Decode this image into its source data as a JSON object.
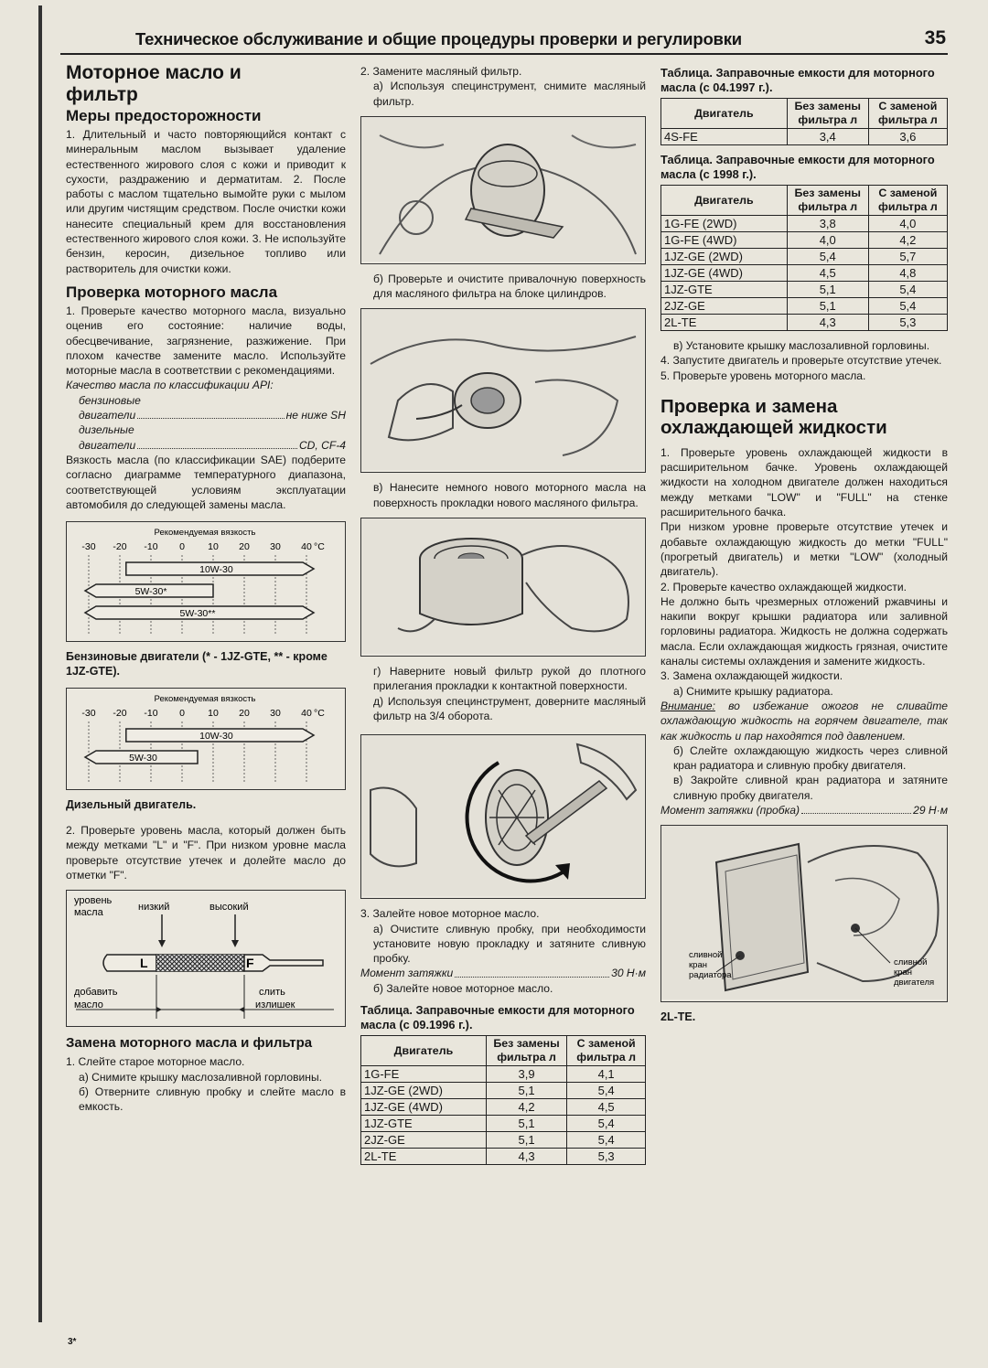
{
  "header": {
    "title": "Техническое обслуживание и общие процедуры проверки и регулировки",
    "page_number": "35"
  },
  "col1": {
    "h1a": "Моторное масло и",
    "h1b": "фильтр",
    "precautions_title": "Меры предосторожности",
    "precautions_text": "1. Длительный и часто повторяющийся контакт с минеральным маслом вызывает удаление естественного жирового слоя с кожи и приводит к сухости, раздражению и дерматитам. 2. После работы с маслом тщательно вымойте руки с мылом или другим чистящим средством. После очистки кожи нанесите специальный крем для восстановления естественного жирового слоя кожи. 3. Не используйте бензин, керосин, дизельное топливо или растворитель для очистки кожи.",
    "check_title": "Проверка моторного масла",
    "check_text": "1. Проверьте качество моторного масла, визуально оценив его состояние: наличие воды, обесцвечивание, загрязнение, разжижение. При плохом качестве замените масло. Используйте моторные масла в соответствии с рекомендациями.",
    "api_title": "Качество масла по классификации API:",
    "api_petrol_1": "бензиновые",
    "api_petrol_2": "двигатели",
    "api_petrol_val": "не ниже SH",
    "api_diesel_1": "дизельные",
    "api_diesel_2": "двигатели",
    "api_diesel_val": "CD, CF-4",
    "viscosity_text": "Вязкость масла (по классификации SAE) подберите согласно диаграмме температурного диапазона, соответствующей условиям эксплуатации автомобиля до следующей замены масла.",
    "chart1_caption": "Бензиновые двигатели (* - 1JZ-GTE, ** - кроме 1JZ-GTE).",
    "chart2_caption": "Дизельный двигатель.",
    "level_text": "2. Проверьте уровень масла, который должен быть между метками \"L\" и \"F\". При низком уровне масла проверьте отсутствие утечек и долейте масло до отметки \"F\".",
    "dipstick": {
      "level_label_1": "уровень",
      "level_label_2": "масла",
      "low": "низкий",
      "high": "высокий",
      "mark_l": "L",
      "mark_f": "F",
      "add_1": "добавить",
      "add_2": "масло",
      "drain_1": "слить",
      "drain_2": "излишек"
    },
    "replace_title": "Замена моторного масла и фильтра",
    "replace_step1": "1. Слейте старое моторное масло.",
    "replace_step1a": "а) Снимите крышку маслозаливной горловины.",
    "replace_step1b": "б) Отверните сливную пробку и слейте масло в емкость.",
    "footer_mark": "3*"
  },
  "chart_data": [
    {
      "type": "bar",
      "title": "Рекомендуемая вязкость",
      "axis_ticks": [
        "-30",
        "-20",
        "-10",
        "0",
        "10",
        "20",
        "30",
        "40"
      ],
      "unit": "°C",
      "xlim": [
        -30,
        40
      ],
      "series": [
        {
          "name": "10W-30",
          "range": [
            -18,
            40
          ],
          "open_left": false,
          "open_right": true
        },
        {
          "name": "5W-30*",
          "range": [
            -30,
            10
          ],
          "open_left": true,
          "open_right": false
        },
        {
          "name": "5W-30**",
          "range": [
            -30,
            40
          ],
          "open_left": true,
          "open_right": true
        }
      ]
    },
    {
      "type": "bar",
      "title": "Рекомендуемая вязкость",
      "axis_ticks": [
        "-30",
        "-20",
        "-10",
        "0",
        "10",
        "20",
        "30",
        "40"
      ],
      "unit": "°C",
      "xlim": [
        -30,
        40
      ],
      "series": [
        {
          "name": "10W-30",
          "range": [
            -18,
            40
          ],
          "open_left": false,
          "open_right": true
        },
        {
          "name": "5W-30",
          "range": [
            -30,
            5
          ],
          "open_left": true,
          "open_right": false
        }
      ]
    }
  ],
  "col2": {
    "step2": "2. Замените масляный фильтр.",
    "step2a": "а) Используя специнструмент, снимите масляный фильтр.",
    "step2b": "б) Проверьте и очистите привалочную поверхность для масляного фильтра на блоке цилиндров.",
    "step2v": "в) Нанесите немного нового моторного масла на поверхность прокладки нового масляного фильтра.",
    "step2g": "г) Наверните новый фильтр рукой до плотного прилегания прокладки к контактной поверхности.",
    "step2d": "д) Используя специнструмент, доверните масляный фильтр на 3/4 оборота.",
    "step3": "3. Залейте новое моторное масло.",
    "step3a": "а) Очистите сливную пробку, при необходимости установите новую прокладку и затяните сливную пробку.",
    "torque_label": "Момент затяжки",
    "torque_val": "30 Н·м",
    "step3b": "б) Залейте новое моторное масло.",
    "table_title": "Таблица. Заправочные емкости для моторного масла (с 09.1996 г.).",
    "table": {
      "h_engine": "Двигатель",
      "h_without": "Без замены фильтра л",
      "h_with": "С заменой фильтра л",
      "rows": [
        [
          "1G-FE",
          "3,9",
          "4,1"
        ],
        [
          "1JZ-GE (2WD)",
          "5,1",
          "5,4"
        ],
        [
          "1JZ-GE (4WD)",
          "4,2",
          "4,5"
        ],
        [
          "1JZ-GTE",
          "5,1",
          "5,4"
        ],
        [
          "2JZ-GE",
          "5,1",
          "5,4"
        ],
        [
          "2L-TE",
          "4,3",
          "5,3"
        ]
      ]
    }
  },
  "col3": {
    "table1_title": "Таблица. Заправочные емкости для моторного масла (с 04.1997 г.).",
    "table1": {
      "h_engine": "Двигатель",
      "h_without": "Без замены фильтра л",
      "h_with": "С заменой фильтра л",
      "rows": [
        [
          "4S-FE",
          "3,4",
          "3,6"
        ]
      ]
    },
    "table2_title": "Таблица. Заправочные емкости для моторного масла (с 1998 г.).",
    "table2": {
      "h_engine": "Двигатель",
      "h_without": "Без замены фильтра л",
      "h_with": "С заменой фильтра л",
      "rows": [
        [
          "1G-FE (2WD)",
          "3,8",
          "4,0"
        ],
        [
          "1G-FE (4WD)",
          "4,0",
          "4,2"
        ],
        [
          "1JZ-GE (2WD)",
          "5,4",
          "5,7"
        ],
        [
          "1JZ-GE (4WD)",
          "4,5",
          "4,8"
        ],
        [
          "1JZ-GTE",
          "5,1",
          "5,4"
        ],
        [
          "2JZ-GE",
          "5,1",
          "5,4"
        ],
        [
          "2L-TE",
          "4,3",
          "5,3"
        ]
      ]
    },
    "step_v": "в) Установите крышку маслозаливной горловины.",
    "step4": "4. Запустите двигатель и проверьте отсутствие утечек.",
    "step5": "5. Проверьте уровень моторного масла.",
    "coolant_title_1": "Проверка и замена",
    "coolant_title_2": "охлаждающей жидкости",
    "c1": "1. Проверьте уровень охлаждающей жидкости в расширительном бачке. Уровень охлаждающей жидкости на холодном двигателе должен находиться между метками \"LOW\" и \"FULL\" на стенке расширительного бачка.",
    "c1b": "При низком уровне проверьте отсутствие утечек и добавьте охлаждающую жидкость до метки \"FULL\" (прогретый двигатель) и метки \"LOW\" (холодный двигатель).",
    "c2": "2. Проверьте качество охлаждающей жидкости.",
    "c2b": "Не должно быть чрезмерных отложений ржавчины и накипи вокруг крышки радиатора или заливной горловины радиатора. Жидкость не должна содержать масла. Если охлаждающая жидкость грязная, очистите каналы системы охлаждения и замените жидкость.",
    "c3": "3. Замена охлаждающей жидкости.",
    "c3a": "а) Снимите крышку радиатора.",
    "warn_label": "Внимание:",
    "warn_text": " во избежание ожогов не сливайте охлаждающую жидкость на горячем двигателе, так как жидкость и пар находятся под давлением.",
    "c3b": "б) Слейте охлаждающую жидкость через сливной кран радиатора и сливную пробку двигателя.",
    "c3v": "в) Закройте сливной кран радиатора и затяните сливную пробку двигателя.",
    "torque_label": "Момент затяжки (пробка)",
    "torque_val": "29 Н·м",
    "fig_label_rad_1": "сливной",
    "fig_label_rad_2": "кран",
    "fig_label_rad_3": "радиатора",
    "fig_label_eng_1": "сливной",
    "fig_label_eng_2": "кран",
    "fig_label_eng_3": "двигателя",
    "fig_caption": "2L-TE."
  }
}
